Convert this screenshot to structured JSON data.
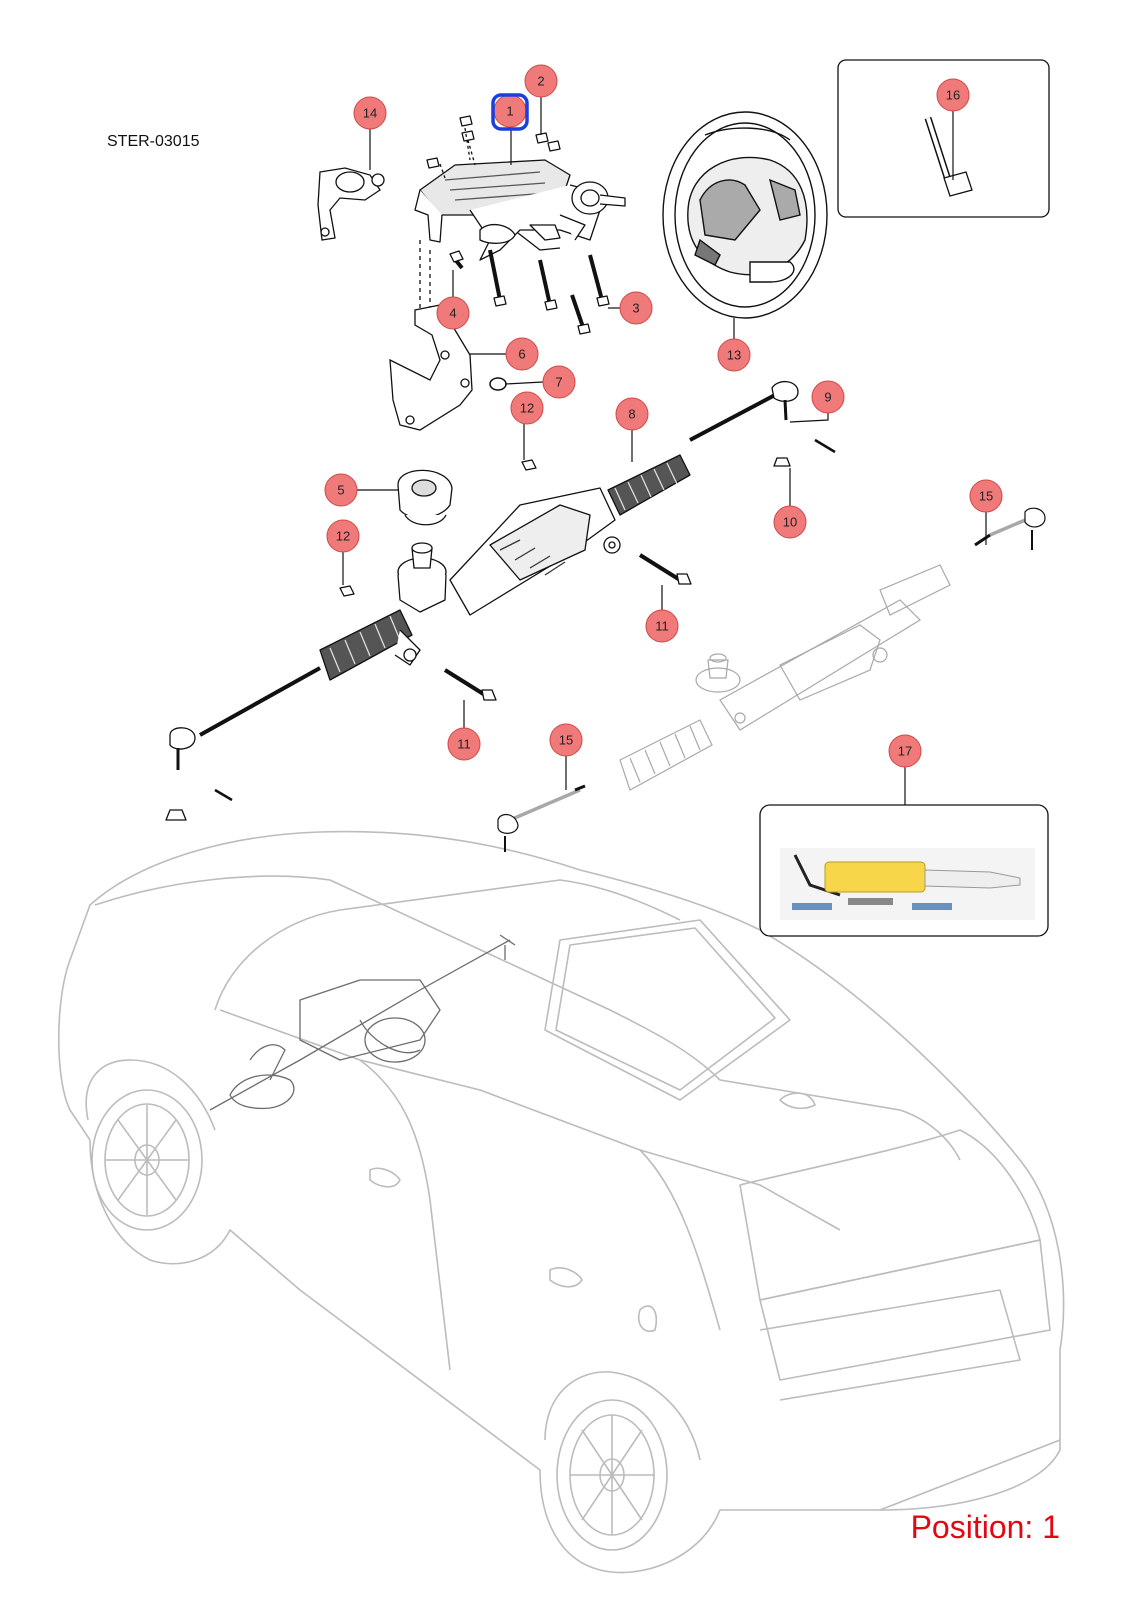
{
  "diagram_code": "STER-03015",
  "position_label": "Position: 1",
  "selected_position": "1",
  "colors": {
    "callout_fill": "#f07a7a",
    "callout_stroke": "#d04848",
    "selected_outline": "#1a3fe0",
    "position_text": "#e30613",
    "part_stroke": "#111111",
    "vehicle_stroke": "#bcbcbc"
  },
  "callouts": [
    {
      "id": "c1",
      "label": "1"
    },
    {
      "id": "c2",
      "label": "2"
    },
    {
      "id": "c3",
      "label": "3"
    },
    {
      "id": "c4",
      "label": "4"
    },
    {
      "id": "c5",
      "label": "5"
    },
    {
      "id": "c6",
      "label": "6"
    },
    {
      "id": "c7",
      "label": "7"
    },
    {
      "id": "c8",
      "label": "8"
    },
    {
      "id": "c9",
      "label": "9"
    },
    {
      "id": "c10",
      "label": "10"
    },
    {
      "id": "c11a",
      "label": "11"
    },
    {
      "id": "c11b",
      "label": "11"
    },
    {
      "id": "c12a",
      "label": "12"
    },
    {
      "id": "c12b",
      "label": "12"
    },
    {
      "id": "c13",
      "label": "13"
    },
    {
      "id": "c14",
      "label": "14"
    },
    {
      "id": "c15a",
      "label": "15"
    },
    {
      "id": "c15b",
      "label": "15"
    },
    {
      "id": "c16",
      "label": "16"
    },
    {
      "id": "c17",
      "label": "17"
    }
  ]
}
